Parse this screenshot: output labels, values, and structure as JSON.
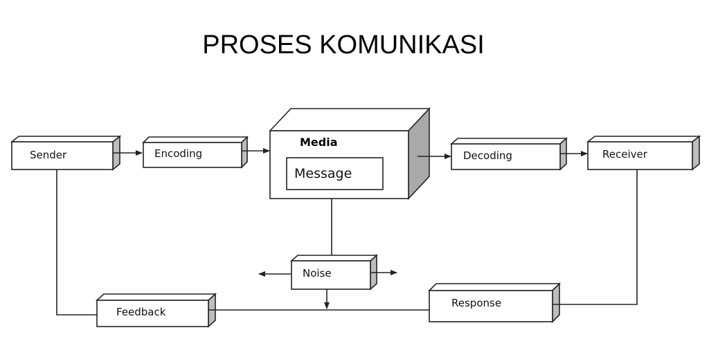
{
  "title": "PROSES KOMUNIKASI",
  "nodes": {
    "sender": "Sender",
    "encoding": "Encoding",
    "media": "Media",
    "message": "Message",
    "decoding": "Decoding",
    "receiver": "Receiver",
    "noise": "Noise",
    "feedback": "Feedback",
    "response": "Response"
  },
  "colors": {
    "stroke": "#222222",
    "box_side": "#bdbdbd",
    "media_side": "#a9a9a9",
    "background": "#ffffff"
  }
}
